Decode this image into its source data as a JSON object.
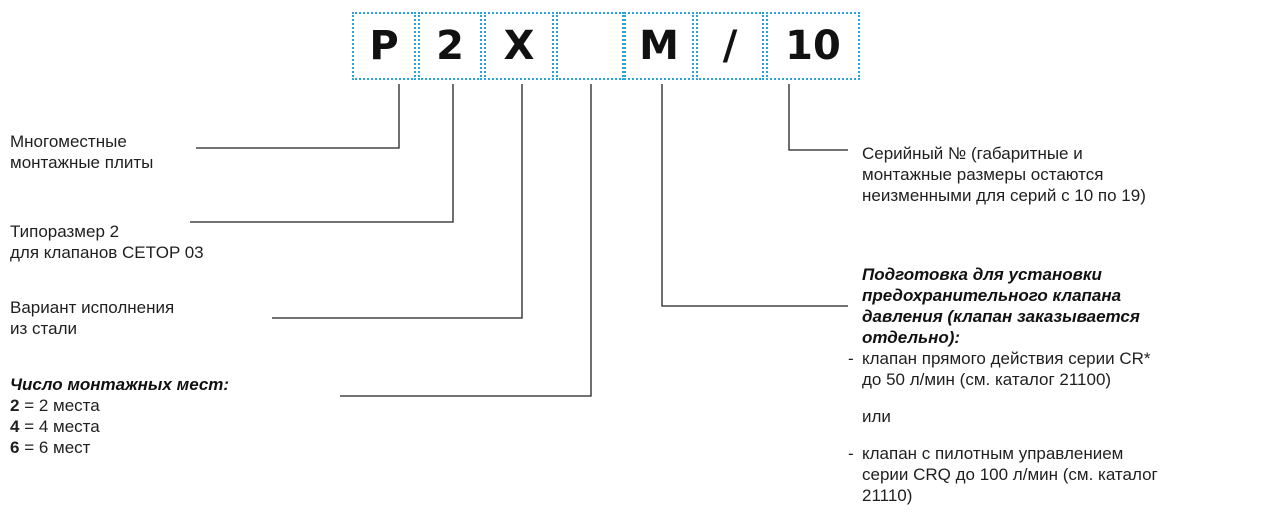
{
  "code": {
    "segments": [
      {
        "id": "p",
        "text": "P"
      },
      {
        "id": "2",
        "text": "2"
      },
      {
        "id": "x",
        "text": "X"
      },
      {
        "id": "count",
        "text": ""
      },
      {
        "id": "m",
        "text": "M"
      },
      {
        "id": "slash",
        "text": "/"
      },
      {
        "id": "serial",
        "text": "10"
      }
    ]
  },
  "labels": {
    "plates": {
      "line1": "Многоместные",
      "line2": "монтажные плиты"
    },
    "size": {
      "line1": "Типоразмер 2",
      "line2": "для клапанов CETOP 03"
    },
    "material": {
      "line1": "Вариант исполнения",
      "line2": "из стали"
    },
    "places": {
      "title": "Число монтажных мест:",
      "options": [
        {
          "key": "2",
          "text": "= 2 места"
        },
        {
          "key": "4",
          "text": "= 4 места"
        },
        {
          "key": "6",
          "text": "= 6 мест"
        }
      ]
    },
    "serial": {
      "line1": "Серийный № (габаритные и",
      "line2": "монтажные размеры остаются",
      "line3": "неизменными для серий с 10 по 19)"
    },
    "relief": {
      "title_line1": "Подготовка для установки",
      "title_line2": "предохранительного клапана",
      "title_line3": "давления (клапан заказывается",
      "title_line4": "отдельно):",
      "opt1_line1": "клапан прямого действия серии CR*",
      "opt1_line2": "до 50 л/мин (см. каталог 21100)",
      "or": "или",
      "opt2_line1": "клапан с пилотным управлением",
      "opt2_line2": "серии CRQ до 100 л/мин (см. каталог",
      "opt2_line3": "21110)",
      "dash": "-"
    }
  }
}
